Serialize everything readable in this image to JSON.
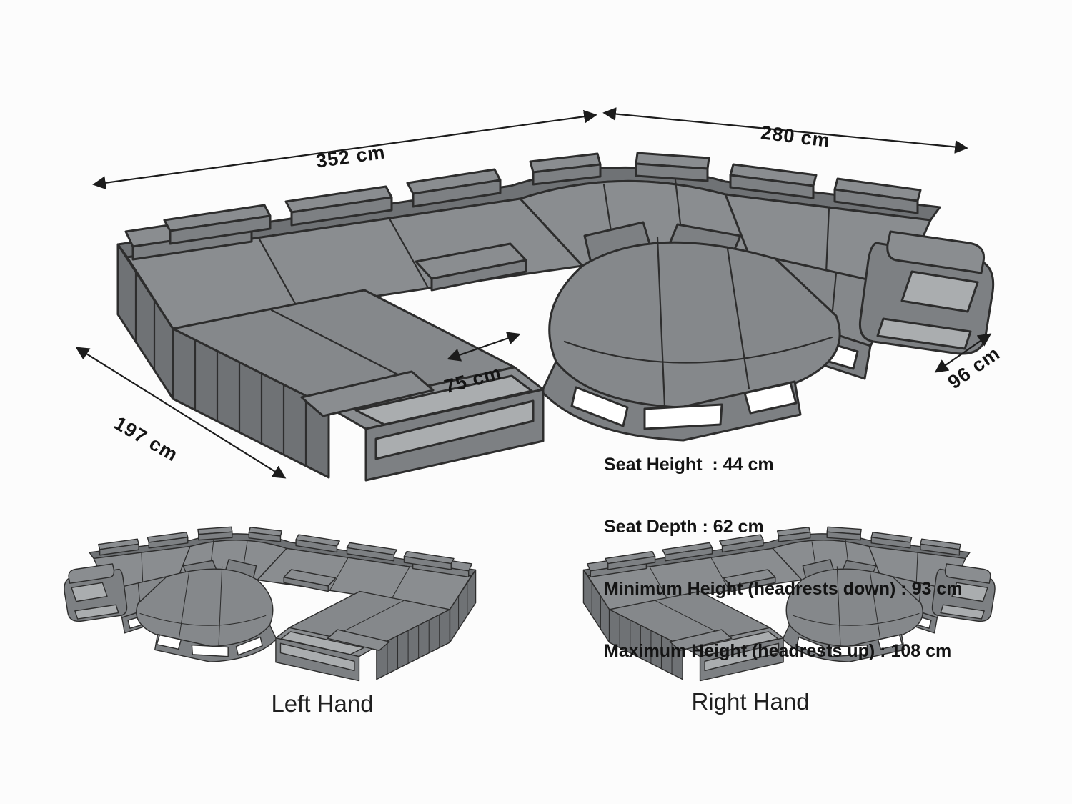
{
  "dimensions": {
    "width_left": "352 cm",
    "width_right": "280 cm",
    "depth_left": "197 cm",
    "seat_width": "75 cm",
    "depth_right": "96 cm"
  },
  "specs": {
    "lines": [
      "Seat Height  : 44 cm",
      "Seat Depth : 62 cm",
      "Minimum Height (headrests down) : 93 cm",
      "Maximum Height (headrests up) : 108 cm"
    ]
  },
  "variants": {
    "left": {
      "label": "Left Hand"
    },
    "right": {
      "label": "Right Hand"
    }
  },
  "colors": {
    "background": "#fcfcfc",
    "outline": "#2d2d2d",
    "body": "#7d8083",
    "body_light": "#8a8d90",
    "body_dark": "#6f7275",
    "seat": "#85888b",
    "panel": "#aaadaf",
    "slot": "#ffffff",
    "arrow": "#1c1c1c",
    "text": "#141414"
  }
}
